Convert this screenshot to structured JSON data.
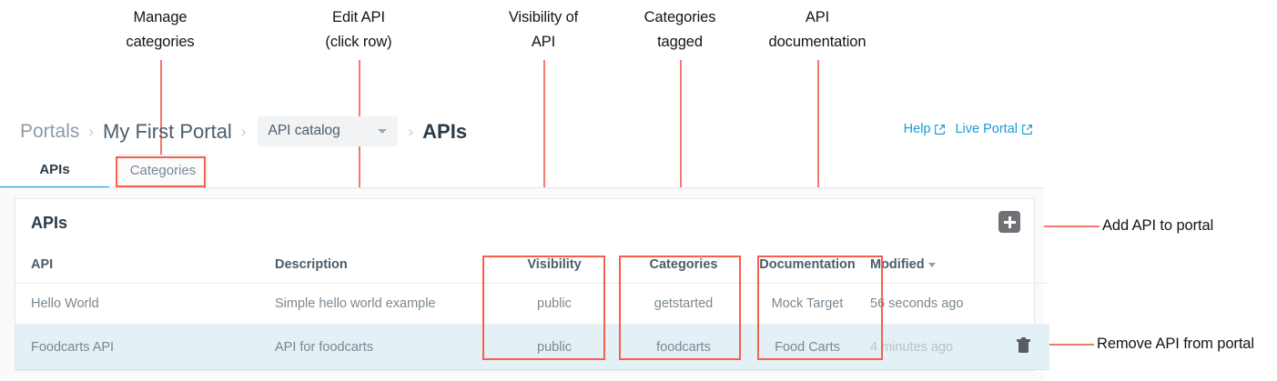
{
  "annotations": {
    "top": [
      {
        "id": "manage-categories",
        "text": "Manage\ncategories"
      },
      {
        "id": "edit-api",
        "text": "Edit API\n(click row)"
      },
      {
        "id": "visibility-of-api",
        "text": "Visibility of\nAPI"
      },
      {
        "id": "categories-tagged",
        "text": "Categories\ntagged"
      },
      {
        "id": "api-documentation",
        "text": "API\ndocumentation"
      }
    ],
    "side": [
      {
        "id": "add-api-to-portal",
        "text": "Add API to portal"
      },
      {
        "id": "remove-api-from-portal",
        "text": "Remove API from portal"
      }
    ],
    "line_color": "#f2796b",
    "box_color": "#f4604c"
  },
  "breadcrumb": {
    "root_label": "Portals",
    "portal_label": "My First Portal",
    "catalog_select_value": "API catalog",
    "current_label": "APIs",
    "separator": "›"
  },
  "toplinks": [
    {
      "label": "Help",
      "icon": "external-link-icon"
    },
    {
      "label": "Live Portal",
      "icon": "external-link-icon"
    }
  ],
  "tabs": [
    {
      "label": "APIs",
      "active": true
    },
    {
      "label": "Categories",
      "active": false
    }
  ],
  "card": {
    "title": "APIs",
    "add_button_icon": "plus-icon",
    "columns": [
      {
        "key": "api",
        "label": "API"
      },
      {
        "key": "description",
        "label": "Description"
      },
      {
        "key": "visibility",
        "label": "Visibility"
      },
      {
        "key": "categories",
        "label": "Categories"
      },
      {
        "key": "documentation",
        "label": "Documentation"
      },
      {
        "key": "modified",
        "label": "Modified",
        "sorted": true,
        "sort_dir": "desc"
      },
      {
        "key": "actions",
        "label": ""
      }
    ],
    "rows": [
      {
        "api": "Hello World",
        "description": "Simple hello world example",
        "visibility": "public",
        "categories": "getstarted",
        "documentation": "Mock Target",
        "modified": "56 seconds ago",
        "selected": false,
        "has_delete": false
      },
      {
        "api": "Foodcarts API",
        "description": "API for foodcarts",
        "visibility": "public",
        "categories": "foodcarts",
        "documentation": "Food Carts",
        "modified": "4 minutes ago",
        "selected": true,
        "has_delete": true
      }
    ]
  },
  "colors": {
    "accent": "#1b9ad6",
    "annotation": "#f2796b",
    "callout": "#f4604c",
    "selected_row": "#e3f0f6",
    "add_button": "#6e7276"
  }
}
